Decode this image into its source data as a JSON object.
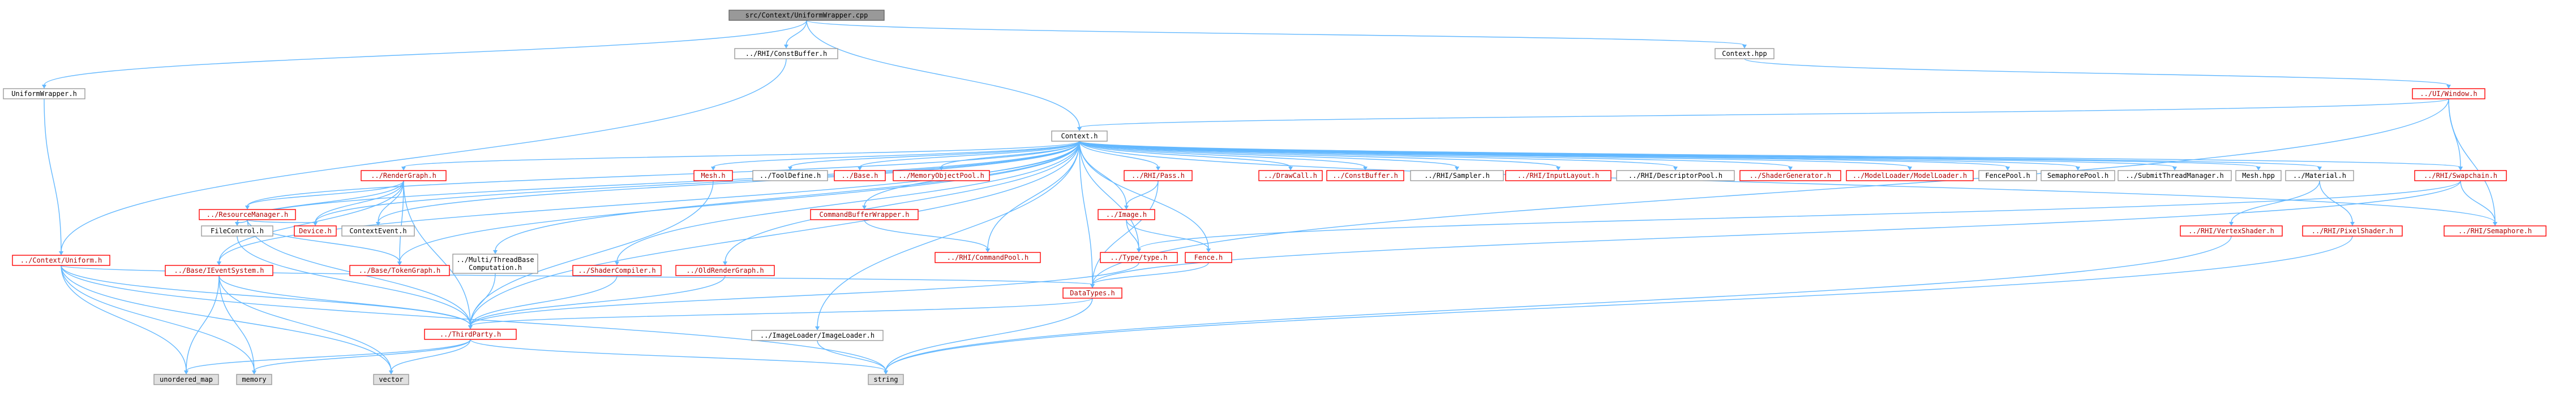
{
  "colors": {
    "edge": "#63b8ff",
    "missing_border": "#ff0000",
    "root_fill": "#999999",
    "system_fill": "#e0e0e0"
  },
  "nodes": [
    {
      "id": "root",
      "label": "src/Context/UniformWrapper.cpp",
      "kind": "root"
    },
    {
      "id": "uniformwrapper",
      "label": "UniformWrapper.h",
      "kind": "normal"
    },
    {
      "id": "rhi_constbuffer_top",
      "label": "../RHI/ConstBuffer.h",
      "kind": "normal"
    },
    {
      "id": "context_hpp",
      "label": "Context.hpp",
      "kind": "normal"
    },
    {
      "id": "ui_window",
      "label": "../UI/Window.h",
      "kind": "missing"
    },
    {
      "id": "context_uniform",
      "label": "../Context/Uniform.h",
      "kind": "missing"
    },
    {
      "id": "context_h",
      "label": "Context.h",
      "kind": "normal"
    },
    {
      "id": "rendergraph",
      "label": "../RenderGraph.h",
      "kind": "missing"
    },
    {
      "id": "mesh_h",
      "label": "Mesh.h",
      "kind": "missing"
    },
    {
      "id": "tooldefine",
      "label": "../ToolDefine.h",
      "kind": "normal"
    },
    {
      "id": "base",
      "label": "../Base.h",
      "kind": "missing"
    },
    {
      "id": "memobjpool",
      "label": "../MemoryObjectPool.h",
      "kind": "missing"
    },
    {
      "id": "rhi_pass",
      "label": "../RHI/Pass.h",
      "kind": "missing"
    },
    {
      "id": "drawcall",
      "label": "../DrawCall.h",
      "kind": "missing"
    },
    {
      "id": "constbuffer",
      "label": "../ConstBuffer.h",
      "kind": "missing"
    },
    {
      "id": "rhi_sampler",
      "label": "../RHI/Sampler.h",
      "kind": "normal"
    },
    {
      "id": "rhi_inputlayout",
      "label": "../RHI/InputLayout.h",
      "kind": "missing"
    },
    {
      "id": "rhi_descpool",
      "label": "../RHI/DescriptorPool.h",
      "kind": "normal"
    },
    {
      "id": "shadergen",
      "label": "../ShaderGenerator.h",
      "kind": "missing"
    },
    {
      "id": "modelloader",
      "label": "../ModelLoader/ModelLoader.h",
      "kind": "missing"
    },
    {
      "id": "fencepool",
      "label": "FencePool.h",
      "kind": "normal"
    },
    {
      "id": "semaphorepool",
      "label": "SemaphorePool.h",
      "kind": "normal"
    },
    {
      "id": "submitthread",
      "label": "../SubmitThreadManager.h",
      "kind": "normal"
    },
    {
      "id": "mesh_hpp",
      "label": "Mesh.hpp",
      "kind": "normal"
    },
    {
      "id": "material",
      "label": "../Material.h",
      "kind": "normal"
    },
    {
      "id": "rhi_swapchain",
      "label": "../RHI/Swapchain.h",
      "kind": "missing"
    },
    {
      "id": "resourcemanager",
      "label": "../ResourceManager.h",
      "kind": "missing"
    },
    {
      "id": "cmdbufferwrapper",
      "label": "CommandBufferWrapper.h",
      "kind": "missing"
    },
    {
      "id": "image",
      "label": "../Image.h",
      "kind": "missing"
    },
    {
      "id": "rhi_vertexshader",
      "label": "../RHI/VertexShader.h",
      "kind": "missing"
    },
    {
      "id": "rhi_pixelshader",
      "label": "../RHI/PixelShader.h",
      "kind": "missing"
    },
    {
      "id": "rhi_semaphore",
      "label": "../RHI/Semaphore.h",
      "kind": "missing"
    },
    {
      "id": "filecontrol",
      "label": "FileControl.h",
      "kind": "normal"
    },
    {
      "id": "device",
      "label": "Device.h",
      "kind": "missing"
    },
    {
      "id": "contextevent",
      "label": "ContextEvent.h",
      "kind": "normal"
    },
    {
      "id": "rhi_cmdpool",
      "label": "../RHI/CommandPool.h",
      "kind": "missing"
    },
    {
      "id": "type_types",
      "label": "../Type/type.h",
      "kind": "missing"
    },
    {
      "id": "fence",
      "label": "Fence.h",
      "kind": "missing"
    },
    {
      "id": "base_eventsystem",
      "label": "../Base/IEventSystem.h",
      "kind": "missing"
    },
    {
      "id": "base_tokengraph",
      "label": "../Base/TokenGraph.h",
      "kind": "missing"
    },
    {
      "id": "multithread",
      "label": "../Multi/ThreadBase\nComputation.h",
      "kind": "normal"
    },
    {
      "id": "shadercompiler",
      "label": "../ShaderCompiler.h",
      "kind": "missing"
    },
    {
      "id": "oldrendergraph",
      "label": "../OldRenderGraph.h",
      "kind": "missing"
    },
    {
      "id": "datatypes",
      "label": "DataTypes.h",
      "kind": "missing"
    },
    {
      "id": "thirdparty",
      "label": "../ThirdParty.h",
      "kind": "missing"
    },
    {
      "id": "imageloader",
      "label": "../ImageLoader/ImageLoader.h",
      "kind": "normal"
    },
    {
      "id": "unordered_map",
      "label": "unordered_map",
      "kind": "system"
    },
    {
      "id": "memory",
      "label": "memory",
      "kind": "system"
    },
    {
      "id": "vector",
      "label": "vector",
      "kind": "system"
    },
    {
      "id": "string",
      "label": "string",
      "kind": "system"
    }
  ],
  "edges": [
    [
      "root",
      "uniformwrapper"
    ],
    [
      "root",
      "rhi_constbuffer_top"
    ],
    [
      "root",
      "context_hpp"
    ],
    [
      "root",
      "context_h"
    ],
    [
      "uniformwrapper",
      "context_uniform"
    ],
    [
      "rhi_constbuffer_top",
      "context_uniform"
    ],
    [
      "context_hpp",
      "ui_window"
    ],
    [
      "ui_window",
      "context_h"
    ],
    [
      "ui_window",
      "rhi_swapchain"
    ],
    [
      "ui_window",
      "rhi_semaphore"
    ],
    [
      "ui_window",
      "datatypes"
    ],
    [
      "context_h",
      "rendergraph"
    ],
    [
      "context_h",
      "mesh_h"
    ],
    [
      "context_h",
      "tooldefine"
    ],
    [
      "context_h",
      "base"
    ],
    [
      "context_h",
      "memobjpool"
    ],
    [
      "context_h",
      "rhi_pass"
    ],
    [
      "context_h",
      "drawcall"
    ],
    [
      "context_h",
      "constbuffer"
    ],
    [
      "context_h",
      "rhi_sampler"
    ],
    [
      "context_h",
      "rhi_inputlayout"
    ],
    [
      "context_h",
      "rhi_descpool"
    ],
    [
      "context_h",
      "shadergen"
    ],
    [
      "context_h",
      "modelloader"
    ],
    [
      "context_h",
      "fencepool"
    ],
    [
      "context_h",
      "semaphorepool"
    ],
    [
      "context_h",
      "submitthread"
    ],
    [
      "context_h",
      "mesh_hpp"
    ],
    [
      "context_h",
      "material"
    ],
    [
      "context_h",
      "rhi_swapchain"
    ],
    [
      "context_h",
      "resourcemanager"
    ],
    [
      "context_h",
      "cmdbufferwrapper"
    ],
    [
      "context_h",
      "image"
    ],
    [
      "context_h",
      "device"
    ],
    [
      "context_h",
      "contextevent"
    ],
    [
      "context_h",
      "filecontrol"
    ],
    [
      "context_h",
      "rhi_cmdpool"
    ],
    [
      "context_h",
      "type_types"
    ],
    [
      "context_h",
      "fence"
    ],
    [
      "context_h",
      "datatypes"
    ],
    [
      "context_h",
      "base_eventsystem"
    ],
    [
      "context_h",
      "base_tokengraph"
    ],
    [
      "context_h",
      "multithread"
    ],
    [
      "context_h",
      "shadercompiler"
    ],
    [
      "context_h",
      "oldrendergraph"
    ],
    [
      "context_h",
      "thirdparty"
    ],
    [
      "context_h",
      "imageloader"
    ],
    [
      "context_h",
      "rhi_semaphore"
    ],
    [
      "context_uniform",
      "datatypes"
    ],
    [
      "context_uniform",
      "thirdparty"
    ],
    [
      "context_uniform",
      "unordered_map"
    ],
    [
      "context_uniform",
      "memory"
    ],
    [
      "context_uniform",
      "vector"
    ],
    [
      "context_uniform",
      "string"
    ],
    [
      "rendergraph",
      "resourcemanager"
    ],
    [
      "rendergraph",
      "device"
    ],
    [
      "rendergraph",
      "contextevent"
    ],
    [
      "rendergraph",
      "filecontrol"
    ],
    [
      "rendergraph",
      "base_tokengraph"
    ],
    [
      "rendergraph",
      "base_eventsystem"
    ],
    [
      "rendergraph",
      "thirdparty"
    ],
    [
      "resourcemanager",
      "filecontrol"
    ],
    [
      "resourcemanager",
      "device"
    ],
    [
      "resourcemanager",
      "base_tokengraph"
    ],
    [
      "resourcemanager",
      "thirdparty"
    ],
    [
      "filecontrol",
      "thirdparty"
    ],
    [
      "rhi_pass",
      "image"
    ],
    [
      "rhi_pass",
      "datatypes"
    ],
    [
      "image",
      "type_types"
    ],
    [
      "image",
      "fence"
    ],
    [
      "cmdbufferwrapper",
      "rhi_cmdpool"
    ],
    [
      "material",
      "rhi_vertexshader"
    ],
    [
      "material",
      "rhi_pixelshader"
    ],
    [
      "rhi_vertexshader",
      "string"
    ],
    [
      "rhi_pixelshader",
      "string"
    ],
    [
      "rhi_swapchain",
      "rhi_semaphore"
    ],
    [
      "rhi_swapchain",
      "type_types"
    ],
    [
      "rhi_swapchain",
      "datatypes"
    ],
    [
      "mesh_h",
      "thirdparty"
    ],
    [
      "fence",
      "datatypes"
    ],
    [
      "base_eventsystem",
      "unordered_map"
    ],
    [
      "base_eventsystem",
      "memory"
    ],
    [
      "base_eventsystem",
      "vector"
    ],
    [
      "base_eventsystem",
      "thirdparty"
    ],
    [
      "multithread",
      "thirdparty"
    ],
    [
      "shadercompiler",
      "thirdparty"
    ],
    [
      "oldrendergraph",
      "thirdparty"
    ],
    [
      "datatypes",
      "thirdparty"
    ],
    [
      "datatypes",
      "string"
    ],
    [
      "thirdparty",
      "unordered_map"
    ],
    [
      "thirdparty",
      "memory"
    ],
    [
      "thirdparty",
      "vector"
    ],
    [
      "thirdparty",
      "string"
    ],
    [
      "imageloader",
      "string"
    ],
    [
      "type_types",
      "thirdparty"
    ]
  ]
}
